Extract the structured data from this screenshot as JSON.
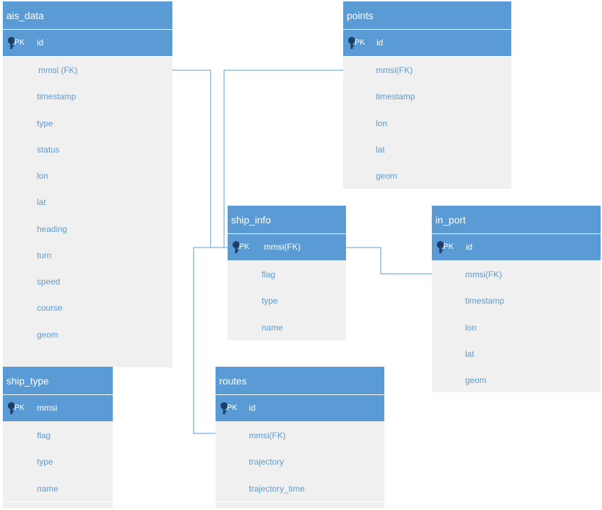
{
  "colors": {
    "header": "#5b9bd5",
    "body": "#f0f0f0",
    "text": "#5b9bd5",
    "line": "#5b9bd5"
  },
  "entities": {
    "ais_data": {
      "title": "ais_data",
      "pk_label": "PK",
      "pk_field": "id",
      "fields": [
        "mmsi (FK)",
        "timestamp",
        "type",
        "status",
        "lon",
        "lat",
        "heading",
        "turn",
        "speed",
        "course",
        "geom"
      ]
    },
    "points": {
      "title": "points",
      "pk_label": "PK",
      "pk_field": "id",
      "fields": [
        "mmsi(FK)",
        "timestamp",
        "lon",
        "lat",
        "geom"
      ]
    },
    "ship_info": {
      "title": "ship_info",
      "pk_label": "PK",
      "pk_field": "mmsi(FK)",
      "fields": [
        "flag",
        "type",
        "name"
      ]
    },
    "in_port": {
      "title": "in_port",
      "pk_label": "PK",
      "pk_field": "id",
      "fields": [
        "mmsi(FK)",
        "timestamp",
        "lon",
        "lat",
        "geom"
      ]
    },
    "ship_type": {
      "title": "ship_type",
      "pk_label": "PK",
      "pk_field": "mmsi",
      "fields": [
        "flag",
        "type",
        "name"
      ]
    },
    "routes": {
      "title": "routes",
      "pk_label": "PK",
      "pk_field": "id",
      "fields": [
        "mmsi(FK)",
        "trajectory",
        "trajectory_time"
      ]
    }
  }
}
